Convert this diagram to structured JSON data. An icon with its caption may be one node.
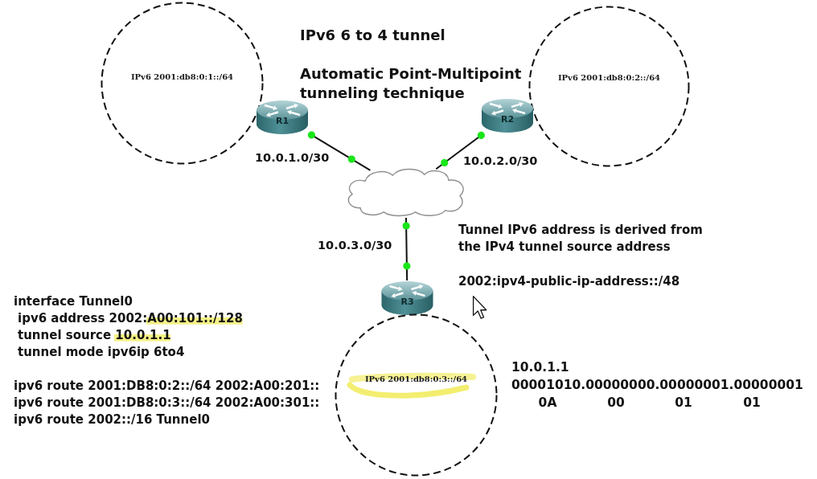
{
  "diagram": {
    "title": "IPv6 6 to 4 tunnel",
    "nodes": [
      {
        "text": [
          "IPv6 2001:db8:0:1::/64"
        ]
      },
      {
        "text": [
          "R1"
        ]
      },
      {
        "text": [
          "IPv6 2001:db8:0:2::/64"
        ]
      },
      {
        "text": [
          "R2"
        ]
      },
      {
        "text": [],
        "shape": "cloud"
      },
      {
        "text": [
          "R3"
        ]
      },
      {
        "text": [
          "IPv6 2001:db8:0:3::/64"
        ]
      }
    ],
    "edges": [
      {
        "from": 1,
        "to": 4,
        "arrow": "other",
        "label": "10.0.1.0/30"
      },
      {
        "from": 3,
        "to": 4,
        "arrow": "other",
        "label": "10.0.2.0/30"
      },
      {
        "from": 4,
        "to": 5,
        "arrow": "other",
        "label": "10.0.3.0/30"
      }
    ],
    "labels": [
      "Automatic Point-Multipoint tunneling technique",
      "Tunnel IPv6 address is derived from the IPv4 tunnel source address",
      "2002:ipv4-public-ip-address::/48",
      "interface Tunnel0",
      "ipv6 address 2002:A00:101::/128",
      "tunnel source 10.0.1.1",
      "tunnel mode ipv6ip 6to4",
      "ipv6 route 2001:DB8:0:2::/64 2002:A00:201::",
      "ipv6 route 2001:DB8:0:3::/64 2002:A00:301::",
      "ipv6 route 2002::/16 Tunnel0",
      "10.0.1.1",
      "00001010.00000000.00000001.00000001",
      "0A",
      "00",
      "01",
      "01"
    ]
  }
}
